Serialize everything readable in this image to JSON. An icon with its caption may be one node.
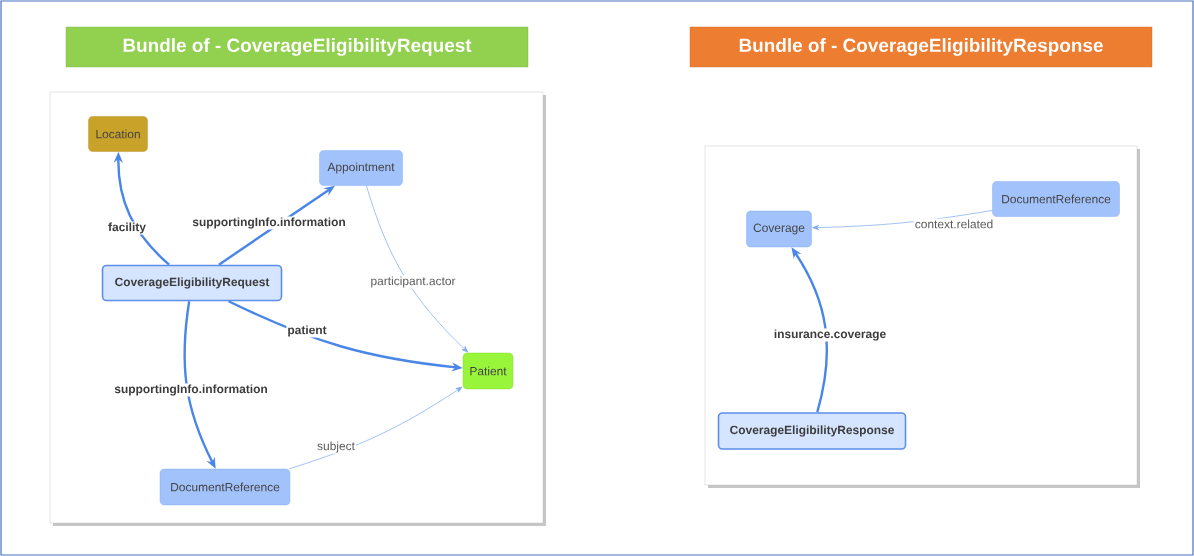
{
  "diagram": {
    "nodes": [
      {
        "text": [
          "Bundle of - CoverageEligibilityRequest"
        ]
      },
      {
        "text": [],
        "shape": "box"
      },
      {
        "text": [
          "Location"
        ],
        "in": 1
      },
      {
        "text": [
          "Appointment"
        ],
        "in": 1
      },
      {
        "text": [
          "CoverageEligibilityRequest"
        ],
        "in": 1
      },
      {
        "text": [
          "Patient"
        ],
        "in": 1
      },
      {
        "text": [
          "DocumentReference"
        ],
        "in": 1
      },
      {
        "text": [
          "Bundle of - CoverageEligibilityResponse"
        ]
      },
      {
        "text": [],
        "shape": "box"
      },
      {
        "text": [
          "DocumentReference"
        ],
        "in": 8
      },
      {
        "text": [
          "Coverage"
        ],
        "in": 8
      },
      {
        "text": [
          "CoverageEligibilityResponse"
        ],
        "in": 8
      }
    ],
    "edges": [
      {
        "from": 4,
        "to": 2,
        "arrow": "to",
        "label": "facility"
      },
      {
        "from": 4,
        "to": 3,
        "arrow": "to",
        "label": "supportingInfo.information"
      },
      {
        "from": 3,
        "to": 5,
        "arrow": "to",
        "label": "participant.actor",
        "color": "#7aa7f0"
      },
      {
        "from": 4,
        "to": 5,
        "arrow": "to",
        "label": "patient"
      },
      {
        "from": 4,
        "to": 6,
        "arrow": "to",
        "label": "supportingInfo.information"
      },
      {
        "from": 6,
        "to": 5,
        "arrow": "to",
        "label": "subject",
        "color": "#7aa7f0"
      },
      {
        "from": 9,
        "to": 10,
        "arrow": "to",
        "label": "context.related",
        "color": "#7aa7f0"
      },
      {
        "from": 11,
        "to": 10,
        "arrow": "to",
        "label": "insurance.coverage"
      }
    ]
  }
}
